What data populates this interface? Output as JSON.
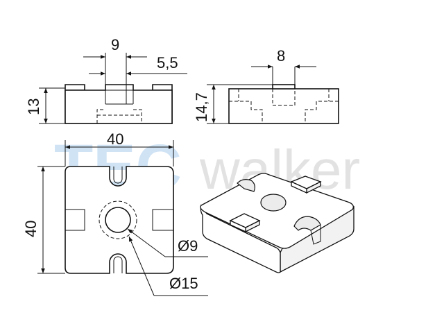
{
  "watermark": {
    "part1": "TEC",
    "part2": "walker"
  },
  "dimensions": {
    "slot_width": "9",
    "slot_offset": "5,5",
    "front_height": "13",
    "side_tab_width": "8",
    "side_height": "14,7",
    "top_width": "40",
    "top_height": "40",
    "inner_diameter": "Ø9",
    "outer_diameter": "Ø15"
  }
}
